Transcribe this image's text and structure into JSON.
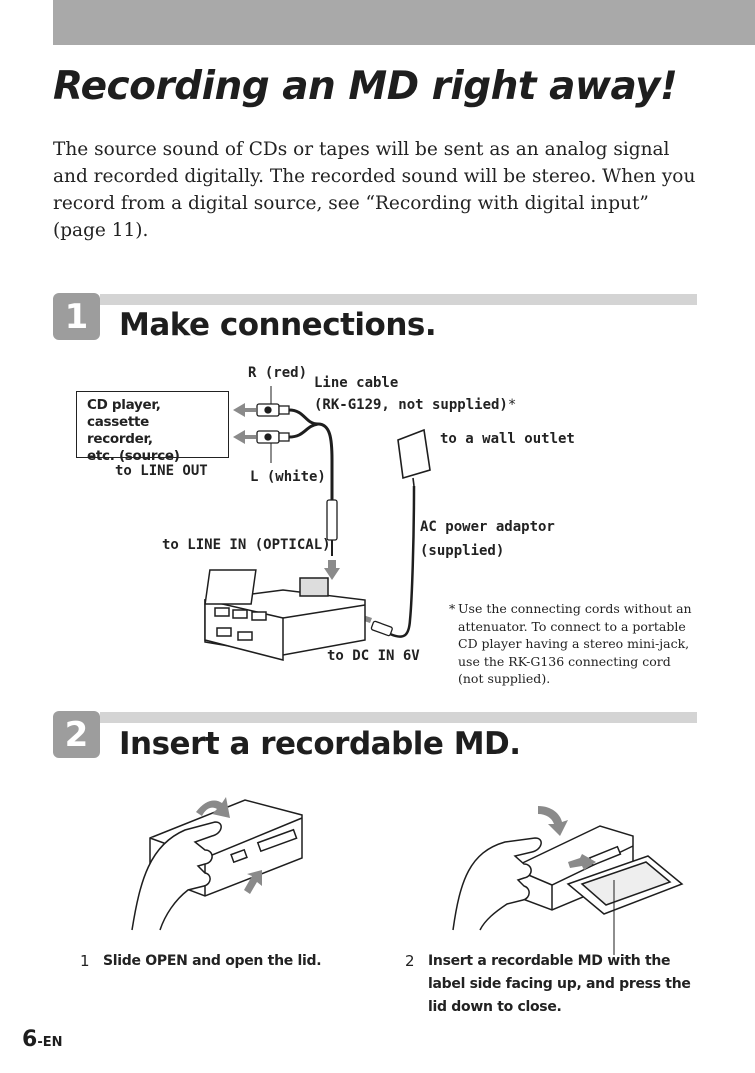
{
  "header": {
    "title": "Recording an MD right away!",
    "intro": "The source sound of CDs or tapes will be sent as an analog signal and recorded digitally. The recorded sound will be stereo. When you record from a digital source, see “Recording with digital input” (page 11)."
  },
  "step1": {
    "number": "1",
    "title": "Make connections.",
    "diagram": {
      "source_box": [
        "CD player,",
        "cassette recorder,",
        "etc. (source)"
      ],
      "to_line_out": "to LINE OUT",
      "r_red": "R (red)",
      "l_white": "L (white)",
      "line_cable": "Line cable",
      "line_cable_model": "(RK-G129, not supplied)",
      "line_cable_mark": "*",
      "to_wall_outlet": "to a wall outlet",
      "to_line_in": "to LINE IN (OPTICAL)",
      "ac_adaptor": "AC power adaptor",
      "ac_adaptor_supplied": "(supplied)",
      "to_dc_in": "to DC IN 6V"
    },
    "footnote": {
      "mark": "*",
      "text": "Use the connecting cords without an attenuator. To connect to a portable CD player having a stereo mini-jack, use the RK-G136 connecting cord (not supplied)."
    }
  },
  "step2": {
    "number": "2",
    "title": "Insert a recordable MD.",
    "substeps": [
      {
        "number": "1",
        "text": "Slide OPEN and open the lid."
      },
      {
        "number": "2",
        "text": "Insert a recordable MD with the label side facing up, and press the lid down to close."
      }
    ]
  },
  "footer": {
    "page_number": "6",
    "page_suffix": "-EN"
  },
  "colors": {
    "header_bar": "#a9a9a9",
    "step_badge": "#9d9d9d",
    "step_rule": "#d4d4d4",
    "arrow_gray": "#8a8a8a",
    "ink": "#1e1e1e"
  }
}
